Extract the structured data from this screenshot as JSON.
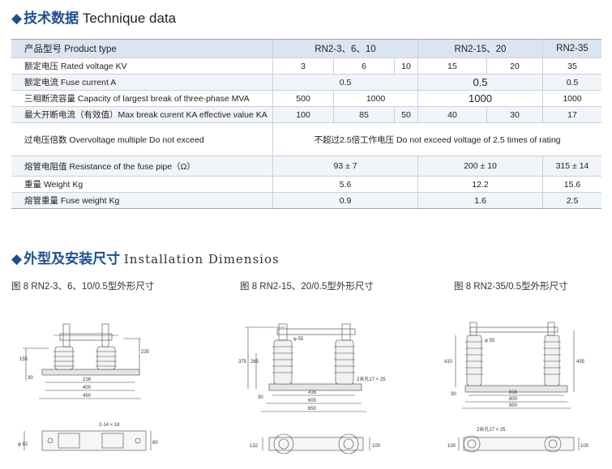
{
  "sections": {
    "tech_cn": "技术数据",
    "tech_en": "Technique data",
    "install_cn": "外型及安装尺寸",
    "install_en": "Installation Dimensios"
  },
  "table": {
    "header": {
      "label": "产品型号 Product type",
      "g1": "RN2-3、6、10",
      "g2": "RN2-15、20",
      "g3": "RN2-35"
    },
    "rows": [
      {
        "label": "额定电压 Rated voltage KV",
        "vals": [
          "3",
          "6",
          "10",
          "15",
          "20",
          "35"
        ]
      },
      {
        "label": "额定电流 Fuse current A",
        "vals": [
          "0.5",
          "0.5",
          "0.5"
        ]
      },
      {
        "label": "三相断流容量 Capacity of largest break of three-phase MVA",
        "vals": [
          "500",
          "1000",
          "1000",
          "1000"
        ]
      },
      {
        "label": "最大开断电流（有效值）Max break curent KA effective value KA",
        "vals": [
          "100",
          "85",
          "50",
          "40",
          "30",
          "17"
        ]
      },
      {
        "label": "过电压倍数 Overvoltage multiple Do not exceed",
        "vals": [
          "不超过2.5倍工作电压 Do not exceed voltage  of  2.5 times of rating"
        ]
      },
      {
        "label": "熔管电阻值 Resistance  of the fuse pipe（Ω）",
        "vals": [
          "93 ± 7",
          "200 ± 10",
          "315 ± 14"
        ]
      },
      {
        "label": "重量 Weight Kg",
        "vals": [
          "5.6",
          "12.2",
          "15.6"
        ]
      },
      {
        "label": "熔管重量 Fuse weight Kg",
        "vals": [
          "0.9",
          "1.6",
          "2.5"
        ]
      }
    ]
  },
  "figures": [
    {
      "caption": "图 8 RN2-3、6、10/0.5型外形尺寸",
      "dims": {
        "h1": "155",
        "h2": "235",
        "base": "30",
        "w1": "216",
        "w2": "400",
        "w3": "450",
        "holes": "2-14 × 18",
        "d": "φ 92",
        "side": "80"
      }
    },
    {
      "caption": "图 8 RN2-15、20/0.5型外形尺寸",
      "dims": {
        "h1": "375",
        "h2": "265",
        "dia": "φ 55",
        "base": "30",
        "w1": "416",
        "w2": "600",
        "w3": "650",
        "holes": "2长孔17 × 25",
        "left": "132",
        "side": "100"
      }
    },
    {
      "caption": "图 8 RN2-35/0.5型外形尺寸",
      "dims": {
        "h1": "410",
        "h2": "435",
        "dia": "φ 55",
        "base": "30",
        "w1": "816",
        "w2": "800",
        "w3": "850",
        "holes": "2长孔17 × 25",
        "left": "100",
        "side": "100"
      }
    }
  ]
}
